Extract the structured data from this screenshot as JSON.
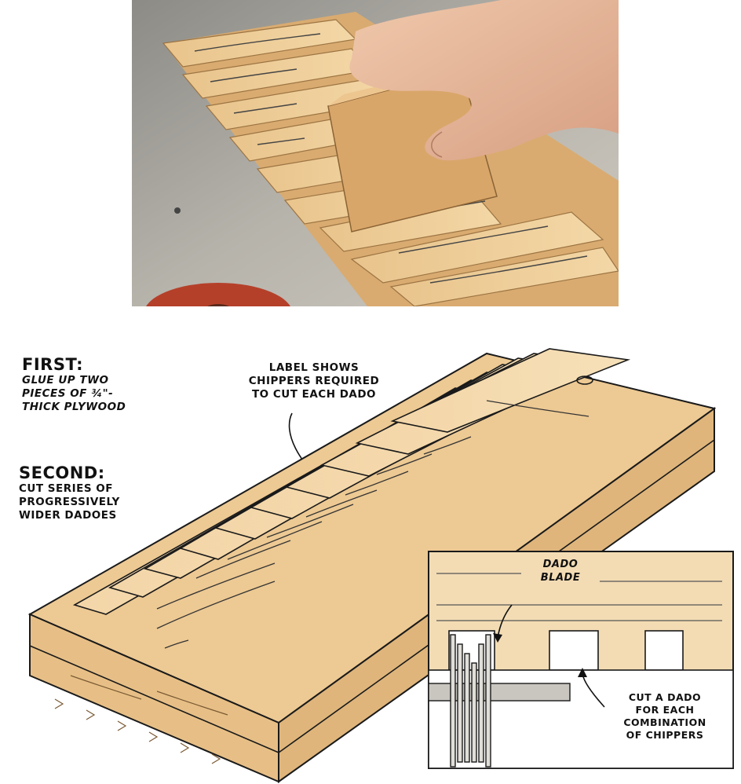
{
  "photo": {
    "description_icon": "hand-sliding-test-board-icon"
  },
  "annotations": {
    "first": {
      "heading": "FIRST:",
      "lines": [
        "GLUE UP TWO",
        "PIECES OF ¾\"-",
        "THICK PLYWOOD"
      ]
    },
    "second": {
      "heading": "SECOND:",
      "lines": [
        "CUT SERIES OF",
        "PROGRESSIVELY",
        "WIDER DADOES"
      ]
    },
    "label_callout": {
      "lines": [
        "LABEL SHOWS",
        "CHIPPERS REQUIRED",
        "TO CUT EACH DADO"
      ]
    },
    "dado_blade": {
      "lines": [
        "DADO",
        "BLADE"
      ]
    },
    "cut_callout": {
      "lines": [
        "CUT A DADO",
        "FOR EACH",
        "COMBINATION",
        "OF CHIPPERS"
      ]
    }
  },
  "colors": {
    "wood_light": "#f2d3a0",
    "wood_mid": "#e3b97c",
    "wood_dark": "#c4925a",
    "outline": "#1a1a1a",
    "table_gray": "#b9b4ad",
    "blade_red": "#b5402a"
  }
}
